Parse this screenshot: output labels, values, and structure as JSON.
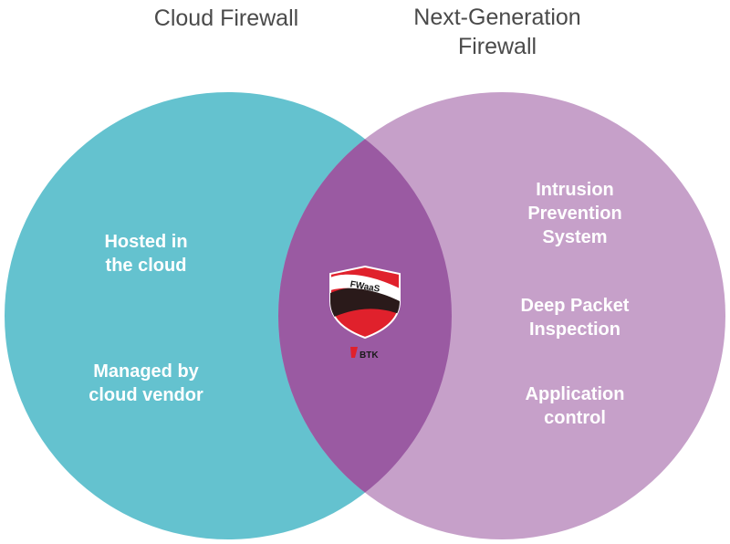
{
  "colors": {
    "left_circle": "#64c2cf",
    "right_circle": "#c6a0c9",
    "overlap": "#9a5aa2",
    "badge_red": "#e0212c",
    "badge_dark": "#2a1a1a"
  },
  "left": {
    "heading": "Cloud Firewall",
    "items": [
      {
        "lines": [
          "Hosted in",
          "the cloud"
        ]
      },
      {
        "lines": [
          "Managed by",
          "cloud vendor"
        ]
      }
    ]
  },
  "right": {
    "heading_lines": [
      "Next-Generation",
      "Firewall"
    ],
    "items": [
      {
        "lines": [
          "Intrusion",
          "Prevention",
          "System"
        ]
      },
      {
        "lines": [
          "Deep Packet",
          "Inspection"
        ]
      },
      {
        "lines": [
          "Application",
          "control"
        ]
      }
    ]
  },
  "center": {
    "logo_icon": "shield-logo-icon",
    "banner_text": "FWaaS",
    "brand_text": "BTK"
  }
}
